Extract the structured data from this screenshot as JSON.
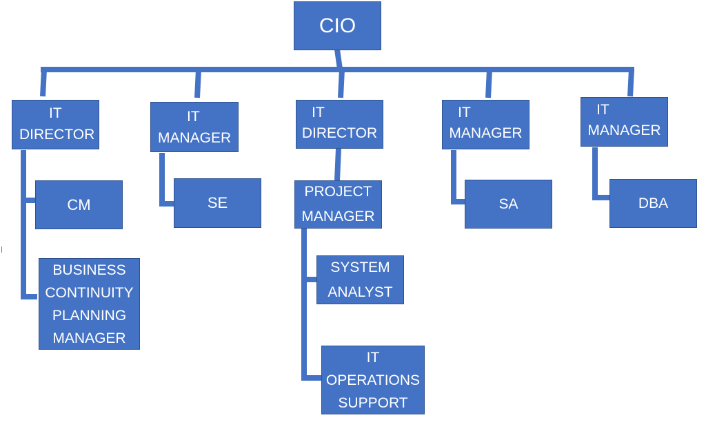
{
  "org_chart": {
    "root": {
      "lines": [
        "CIO"
      ]
    },
    "branches": [
      {
        "head": {
          "lines": [
            "IT",
            "DIRECTOR"
          ]
        },
        "reports": [
          {
            "lines": [
              "CM"
            ]
          },
          {
            "lines": [
              "BUSINESS",
              "CONTINUITY",
              "PLANNING",
              "MANAGER"
            ]
          }
        ]
      },
      {
        "head": {
          "lines": [
            "IT",
            "MANAGER"
          ]
        },
        "reports": [
          {
            "lines": [
              "SE"
            ]
          }
        ]
      },
      {
        "head": {
          "lines": [
            "IT",
            "DIRECTOR"
          ]
        },
        "reports": [
          {
            "lines": [
              "PROJECT",
              "MANAGER"
            ],
            "reports": [
              {
                "lines": [
                  "SYSTEM",
                  "ANALYST"
                ]
              },
              {
                "lines": [
                  "IT",
                  "OPERATIONS",
                  "SUPPORT"
                ]
              }
            ]
          }
        ]
      },
      {
        "head": {
          "lines": [
            "IT",
            "MANAGER"
          ]
        },
        "reports": [
          {
            "lines": [
              "SA"
            ]
          }
        ]
      },
      {
        "head": {
          "lines": [
            "IT",
            "MANAGER"
          ]
        },
        "reports": [
          {
            "lines": [
              "DBA"
            ]
          }
        ]
      }
    ]
  }
}
